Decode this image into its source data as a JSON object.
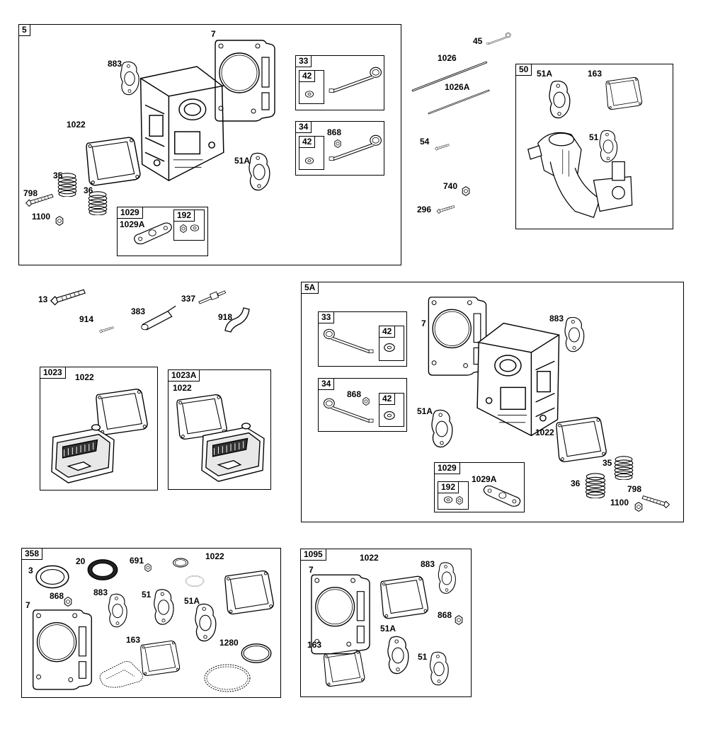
{
  "groups": {
    "g5": "5",
    "g33a": "33",
    "g42a": "42",
    "g34a": "34",
    "g42b": "42",
    "g1029a": "1029",
    "g192a": "192",
    "g50": "50",
    "g5A": "5A",
    "g33b": "33",
    "g42c": "42",
    "g34b": "34",
    "g42d": "42",
    "g1029b": "1029",
    "g192b": "192",
    "g1023": "1023",
    "g1023A": "1023A",
    "g358": "358",
    "g1095": "1095"
  },
  "labels": {
    "p7a": "7",
    "p883a": "883",
    "p1022a": "1022",
    "p35a": "35",
    "p36a": "36",
    "p798a": "798",
    "p1100a": "1100",
    "p1029Aa": "1029A",
    "p51Aa": "51A",
    "p868a": "868",
    "p45": "45",
    "p1026": "1026",
    "p1026A": "1026A",
    "p54": "54",
    "p740": "740",
    "p296": "296",
    "p51Ab": "51A",
    "p163a": "163",
    "p51a": "51",
    "p13": "13",
    "p914": "914",
    "p383": "383",
    "p337": "337",
    "p918": "918",
    "p1022b": "1022",
    "p1022c": "1022",
    "p7b": "7",
    "p883b": "883",
    "p868b": "868",
    "p51Ac": "51A",
    "p1022d": "1022",
    "p35b": "35",
    "p36b": "36",
    "p798b": "798",
    "p1100b": "1100",
    "p1029Ab": "1029A",
    "p3": "3",
    "p20": "20",
    "p691": "691",
    "p1022e": "1022",
    "p868c": "868",
    "p883c": "883",
    "p51b": "51",
    "p51Ad": "51A",
    "p7c": "7",
    "p163b": "163",
    "p1280": "1280",
    "p7d": "7",
    "p1022f": "1022",
    "p883d": "883",
    "p868d": "868",
    "p51Ae": "51A",
    "p163c": "163",
    "p51c": "51"
  }
}
